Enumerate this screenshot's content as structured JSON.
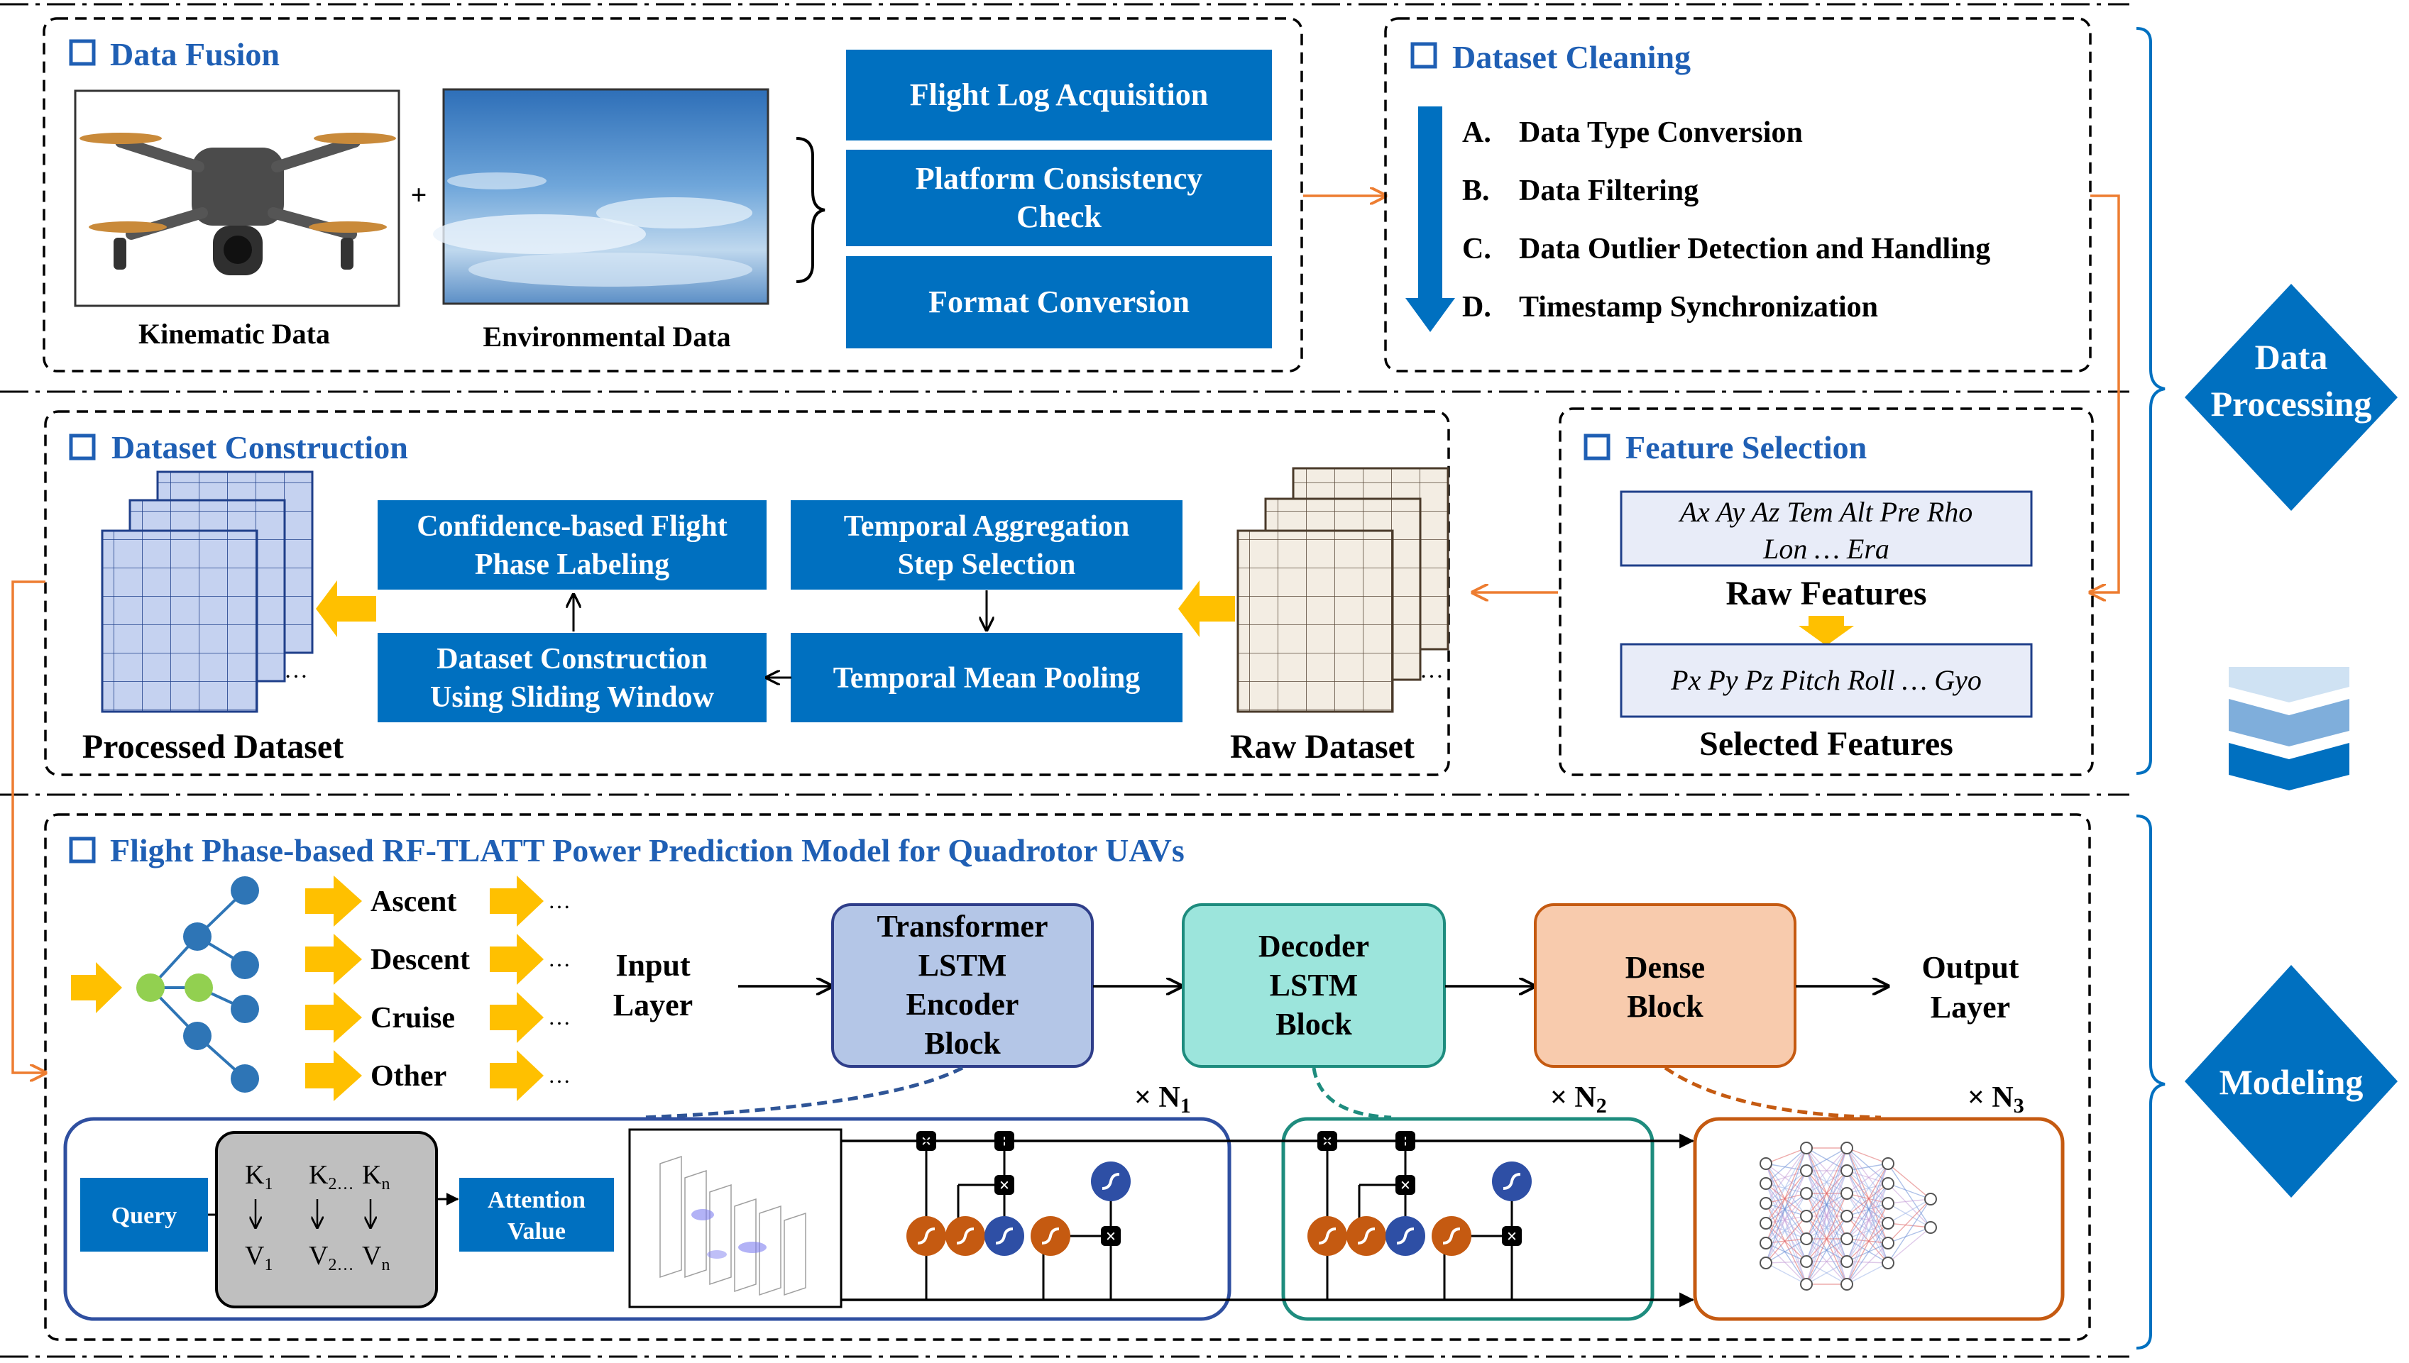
{
  "colors": {
    "blue": "#0070C0",
    "title_blue": "#1F5FB4",
    "orange": "#ED7D31",
    "arrow_yellow": "#FFC000",
    "green_dot": "#92D050",
    "tree_blue": "#2E75B6",
    "raw_grid": "#F3EDE3",
    "proc_grid": "#C5D2F0",
    "feature_box": "#E8ECF8",
    "transformer": "#B4C6E7",
    "decoder": "#9CE5DC",
    "dense": "#F8CBAD",
    "teal": "#1E8C7E",
    "dark_orange": "#C55A11",
    "query_gray": "#BFBFBF"
  },
  "data_fusion": {
    "title": "Data Fusion",
    "plus": "+",
    "kinematic_label": "Kinematic Data",
    "environmental_label": "Environmental Data",
    "steps": [
      "Flight Log Acquisition",
      "Platform Consistency|Check",
      "Format Conversion"
    ]
  },
  "dataset_cleaning": {
    "title": "Dataset Cleaning",
    "items": [
      {
        "letter": "A.",
        "text": "Data Type Conversion"
      },
      {
        "letter": "B.",
        "text": "Data Filtering"
      },
      {
        "letter": "C.",
        "text": "Data Outlier Detection and Handling"
      },
      {
        "letter": "D.",
        "text": "Timestamp Synchronization"
      }
    ]
  },
  "side_labels": {
    "data_processing": "Data|Processing",
    "modeling": "Modeling"
  },
  "dataset_construction": {
    "title": "Dataset Construction",
    "processed_label": "Processed Dataset",
    "raw_label": "Raw Dataset",
    "ellipsis": "…",
    "boxes": {
      "confidence": "Confidence-based Flight|Phase Labeling",
      "sliding": "Dataset Construction|Using Sliding Window",
      "aggregation": "Temporal Aggregation|Step Selection",
      "pooling": "Temporal Mean Pooling"
    }
  },
  "feature_selection": {
    "title": "Feature Selection",
    "raw_features_text": "Ax Ay Az Tem Alt Pre Rho|Lon … Era",
    "raw_features_label": "Raw Features",
    "selected_features_text": "Px Py Pz Pitch Roll … Gyo",
    "selected_features_label": "Selected Features"
  },
  "model": {
    "title": "Flight Phase-based RF-TLATT Power Prediction Model for Quadrotor UAVs",
    "phases": [
      "Ascent",
      "Descent",
      "Cruise",
      "Other"
    ],
    "phase_ellipsis": "…",
    "input_layer": "Input|Layer",
    "output_layer": "Output|Layer",
    "transformer_block": "Transformer|LSTM|Encoder|Block",
    "decoder_block": "Decoder|LSTM|Block",
    "dense_block": "Dense|Block",
    "n1": "× N",
    "n1_sub": "1",
    "n2": "× N",
    "n2_sub": "2",
    "n3": "× N",
    "n3_sub": "3",
    "query": "Query",
    "attention_value": "Attention|Value",
    "k_row": [
      {
        "s": "K",
        "sub": "1"
      },
      {
        "s": "K",
        "sub": "2…"
      },
      {
        "s": "K",
        "sub": "n"
      }
    ],
    "v_row": [
      {
        "s": "V",
        "sub": "1"
      },
      {
        "s": "V",
        "sub": "2…"
      },
      {
        "s": "V",
        "sub": "n"
      }
    ],
    "gate_mult": "×",
    "gate_add": "+"
  }
}
